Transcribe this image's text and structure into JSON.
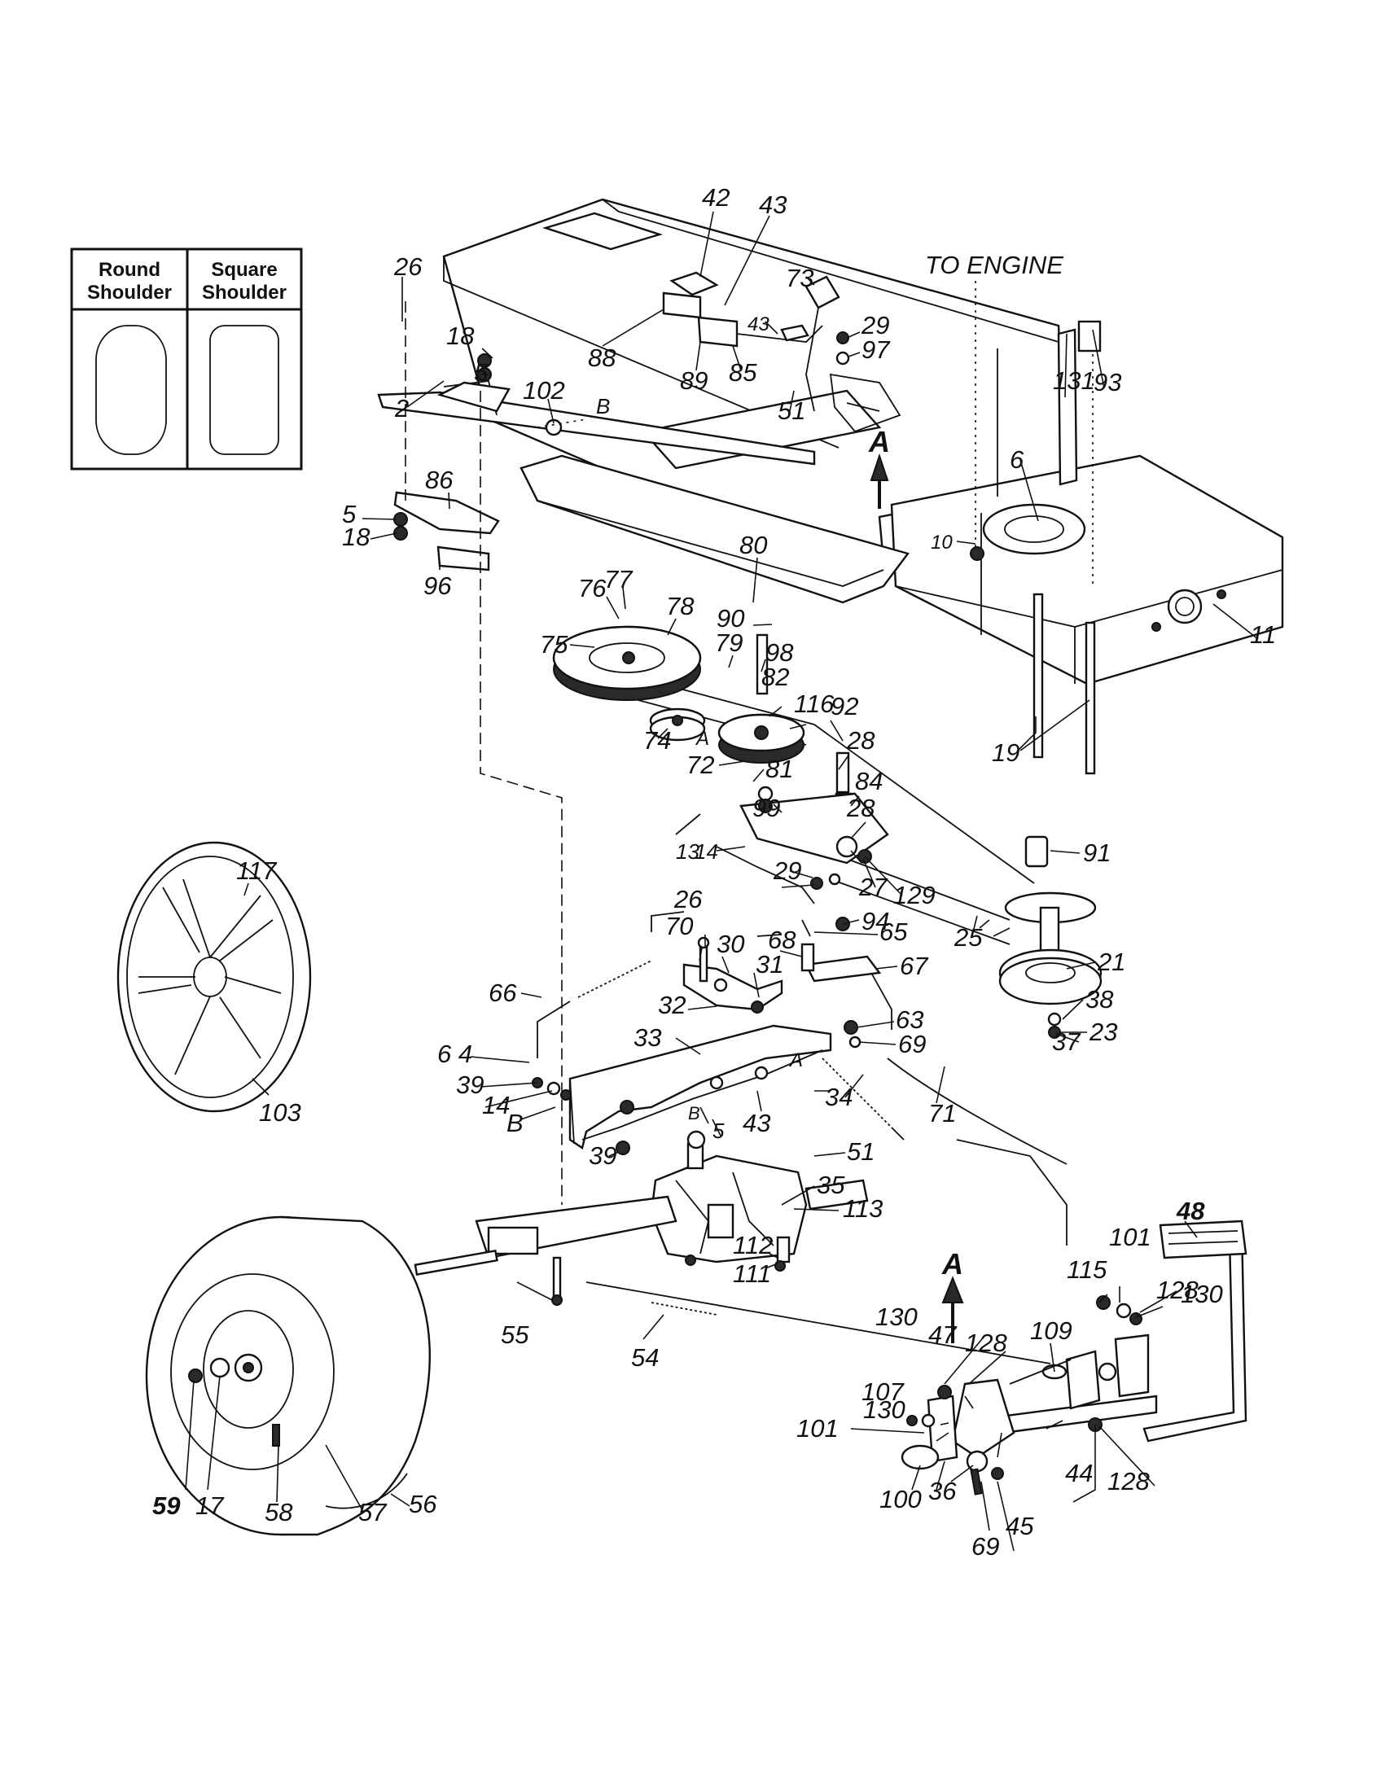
{
  "key_box": {
    "round_header_line1": "Round",
    "round_header_line2": "Shoulder",
    "square_header_line1": "Square",
    "square_header_line2": "Shoulder"
  },
  "callouts": {
    "to_engine": "TO ENGINE",
    "marker_a_top": "A",
    "marker_a_pedal": "A",
    "ref_a_pulley": "A",
    "ref_a_bracket": "A",
    "ref_b_top": "B",
    "ref_b_axle": "B",
    "ref_b_transaxle": "B"
  },
  "labels": {
    "l2": "2",
    "l5a": "5",
    "l5b": "5",
    "l5c": "5",
    "l6": "6",
    "l10": "10",
    "l11": "11",
    "l13": "13",
    "l14a": "14",
    "l14b": "14",
    "l17": "17",
    "l18a": "18",
    "l18b": "18",
    "l19": "19",
    "l21": "21",
    "l23": "23",
    "l25": "25",
    "l26a": "26",
    "l26b": "26",
    "l27": "27",
    "l28a": "28",
    "l28b": "28",
    "l29a": "29",
    "l29b": "29",
    "l30": "30",
    "l31": "31",
    "l32": "32",
    "l33": "33",
    "l34": "34",
    "l35": "35",
    "l36": "36",
    "l37": "37",
    "l38": "38",
    "l39a": "39",
    "l39b": "39",
    "l42": "42",
    "l43a": "43",
    "l43b": "43",
    "l43c": "43",
    "l44": "44",
    "l45": "45",
    "l47": "47",
    "l48": "48",
    "l51a": "51",
    "l51b": "51",
    "l54": "54",
    "l55": "55",
    "l56": "56",
    "l57": "57",
    "l58": "58",
    "l59": "59",
    "l63": "63",
    "l64": "6 4",
    "l65": "65",
    "l66": "66",
    "l67": "67",
    "l68": "68",
    "l69a": "69",
    "l69b": "69",
    "l70": "70",
    "l71": "71",
    "l72": "72",
    "l73": "73",
    "l74": "74",
    "l75": "75",
    "l76": "76",
    "l77": "77",
    "l78": "78",
    "l79": "79",
    "l80": "80",
    "l81": "81",
    "l82": "82",
    "l84": "84",
    "l85": "85",
    "l86": "86",
    "l88": "88",
    "l89": "89",
    "l90": "90",
    "l91": "91",
    "l92": "92",
    "l93": "93",
    "l94": "94",
    "l96": "96",
    "l97": "97",
    "l98": "98",
    "l99": "99",
    "l100": "100",
    "l101a": "101",
    "l101b": "101",
    "l102": "102",
    "l103": "103",
    "l107": "107",
    "l109": "109",
    "l111": "111",
    "l112": "112",
    "l113": "113",
    "l115": "115",
    "l116": "116",
    "l117": "117",
    "l128a": "128",
    "l128b": "128",
    "l128c": "128",
    "l129": "129",
    "l130a": "130",
    "l130b": "130",
    "l130c": "130",
    "l131": "131"
  }
}
